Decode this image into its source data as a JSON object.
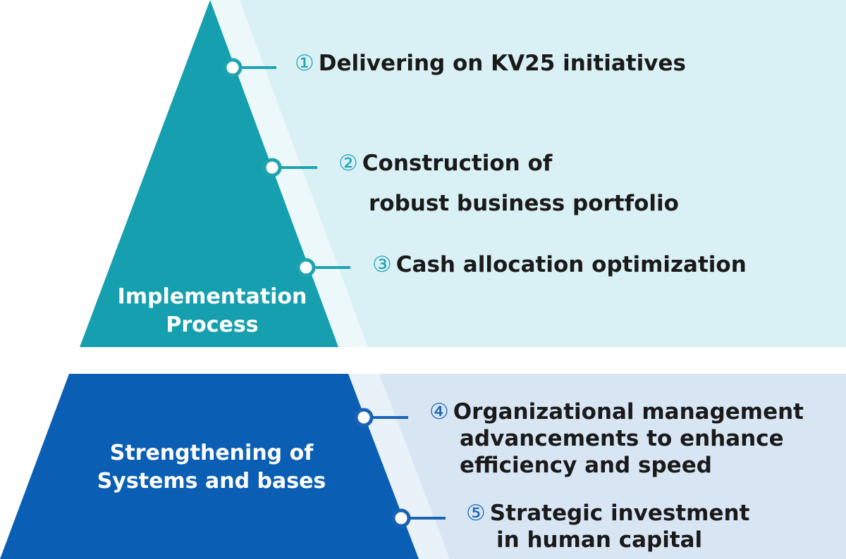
{
  "colors": {
    "top_triangle": "#169fae",
    "top_panel": "#d9f0f5",
    "top_panel_stripe": "#ecf8fa",
    "top_accent": "#1fa3b1",
    "bottom_triangle": "#0a5fb4",
    "bottom_panel": "#d8e6f4",
    "bottom_panel_stripe": "#e9f1f9",
    "bottom_accent": "#1a63b4"
  },
  "top_tier": {
    "title_line1": "Implementation",
    "title_line2": "Process",
    "items": [
      {
        "number": "①",
        "line1": "Delivering on KV25 initiatives",
        "line2": ""
      },
      {
        "number": "②",
        "line1": "Construction of",
        "line2": "robust business portfolio"
      },
      {
        "number": "③",
        "line1": "Cash allocation optimization",
        "line2": ""
      }
    ]
  },
  "bottom_tier": {
    "title_line1": "Strengthening of",
    "title_line2": "Systems and bases",
    "items": [
      {
        "number": "④",
        "line1": "Organizational management",
        "line2": "advancements to enhance",
        "line3": "efficiency and speed"
      },
      {
        "number": "⑤",
        "line1": "Strategic investment",
        "line2": "in human capital"
      }
    ]
  }
}
